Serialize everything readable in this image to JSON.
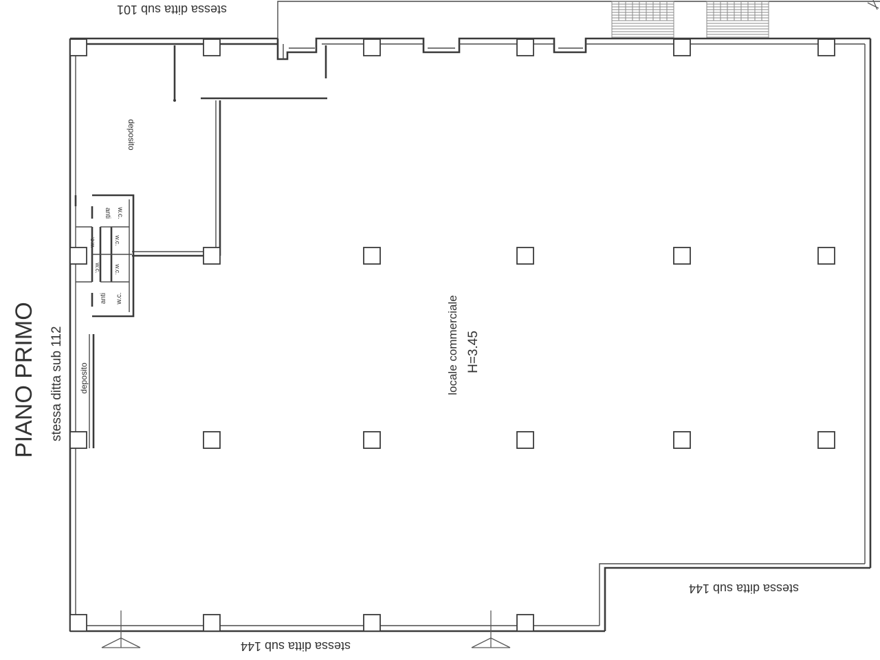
{
  "drawing": {
    "title": "PIANO PRIMO",
    "left_neighbor": "stessa ditta sub 112",
    "top_neighbor": "stessa ditta sub 101",
    "bottom_neighbor": "stessa ditta sub 144",
    "right_neighbor": "stessa ditta sub 144"
  },
  "rooms": {
    "deposito_upper": "deposito",
    "deposito_lower": "deposito",
    "main_room": "locale commerciale",
    "main_height": "H=3.45",
    "anti": "anti",
    "wc": "w.c."
  }
}
